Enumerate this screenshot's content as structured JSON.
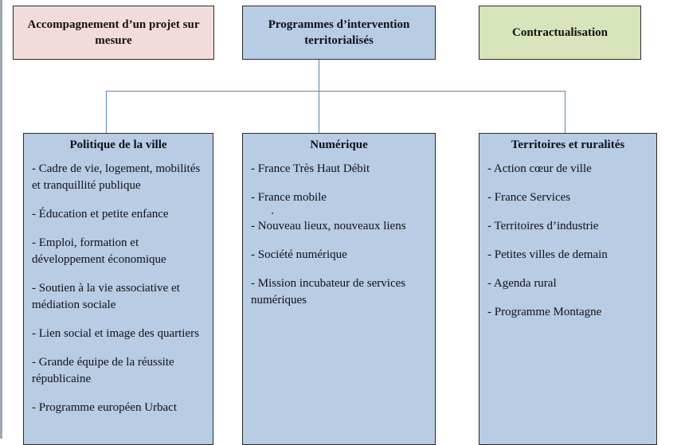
{
  "top_boxes": {
    "accompagnement": "Accompagnement d’un projet sur mesure",
    "programmes": "Programmes d’intervention territorialisés",
    "contractualisation": "Contractualisation"
  },
  "columns": [
    {
      "title": "Politique de la ville",
      "items": [
        "- Cadre de vie, logement, mobilités et tranquillité publique",
        "- Éducation et petite enfance",
        "- Emploi, formation et développement économique",
        "- Soutien à la vie associative et médiation sociale",
        "- Lien social et image des quartiers",
        "- Grande équipe de la réussite républicaine",
        "- Programme européen Urbact"
      ]
    },
    {
      "title": "Numérique",
      "items": [
        "- France Très Haut Débit",
        "- France mobile",
        "- Nouveau lieux, nouveaux liens",
        "- Société numérique",
        "- Mission incubateur de services numériques"
      ]
    },
    {
      "title": "Territoires et ruralités",
      "items": [
        "- Action cœur de ville",
        "- France Services",
        "- Territoires d’industrie",
        "- Petites villes de demain",
        "- Agenda rural",
        "- Programme Montagne"
      ]
    }
  ],
  "colors": {
    "pink": "#f2dcdb",
    "blue": "#b8cce4",
    "green": "#d7e4bc",
    "connector": "#5b84b9"
  }
}
